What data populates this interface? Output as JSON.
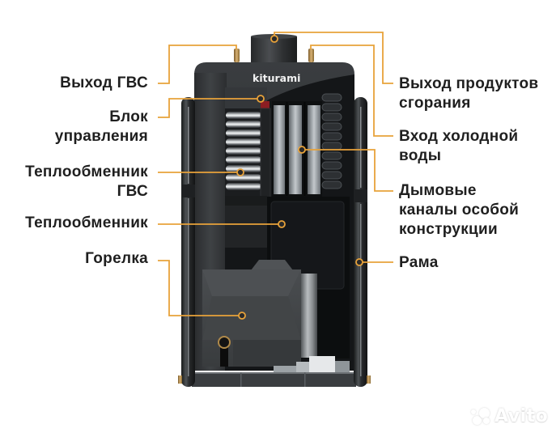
{
  "diagram": {
    "title": "Kiturami boiler cutaway",
    "brand_logo": "kiturami",
    "accent_color": "#e8a23a",
    "labels_left": [
      {
        "id": "hot-water-outlet",
        "lines": [
          "Выход ГВС"
        ]
      },
      {
        "id": "control-unit",
        "lines": [
          "Блок",
          "управления"
        ]
      },
      {
        "id": "dhw-heat-exchanger",
        "lines": [
          "Теплообменник",
          "ГВС"
        ]
      },
      {
        "id": "heat-exchanger",
        "lines": [
          "Теплообменник"
        ]
      },
      {
        "id": "burner",
        "lines": [
          "Горелка"
        ]
      }
    ],
    "labels_right": [
      {
        "id": "flue-gas-outlet",
        "lines": [
          "Выход продуктов",
          "сгорания"
        ]
      },
      {
        "id": "cold-water-inlet",
        "lines": [
          "Вход холодной",
          "воды"
        ]
      },
      {
        "id": "flue-channels",
        "lines": [
          "Дымовые",
          "каналы особой",
          "конструкции"
        ]
      },
      {
        "id": "frame",
        "lines": [
          "Рама"
        ]
      }
    ]
  },
  "watermark": {
    "text": "Avito"
  }
}
